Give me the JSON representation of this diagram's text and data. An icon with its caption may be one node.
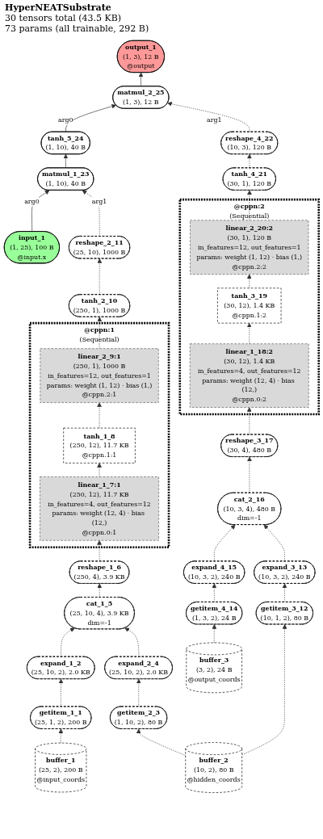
{
  "diagram": {
    "title": "HyperNEATSubstrate",
    "labels": [
      "30 tensors total (43.5 KB)",
      "73 params (all trainable, 292 B)"
    ],
    "nodes": [
      {
        "text": [
          "output_1",
          "(1, 3), 12 B",
          "@output"
        ]
      },
      {
        "text": [
          "matmul_2_25",
          "(1, 3), 12 B"
        ]
      },
      {
        "text": [
          "tanh_5_24",
          "(1, 10), 40 B"
        ]
      },
      {
        "text": [
          "reshape_4_22",
          "(10, 3), 120 B"
        ]
      },
      {
        "text": [
          "matmul_1_23",
          "(1, 10), 40 B"
        ]
      },
      {
        "text": [
          "tanh_4_21",
          "(30, 1), 120 B"
        ]
      },
      {
        "text": [
          "@cppn:2",
          "(Sequential)"
        ]
      },
      {
        "text": [
          "linear_2_20:2",
          "(30, 1), 120 B",
          "in_features=12, out_features=1",
          "params: weight (1, 12) · bias (1,)",
          "@cppn.2:2"
        ],
        "in": 6
      },
      {
        "text": [
          "tanh_3_19",
          "(30, 12), 1.4 KB",
          "@cppn.1:2"
        ],
        "in": 6
      },
      {
        "text": [
          "linear_1_18:2",
          "(30, 12), 1.4 KB",
          "in_features=4, out_features=12",
          "params: weight (12, 4) · bias (12,)",
          "@cppn.0:2"
        ],
        "in": 6
      },
      {
        "text": [
          "reshape_2_11",
          "(25, 10), 1000 B"
        ]
      },
      {
        "text": [
          "input_1",
          "(1, 25), 100 B",
          "@input.x"
        ]
      },
      {
        "text": [
          "tanh_2_10",
          "(250, 1), 1000 B"
        ]
      },
      {
        "text": [
          "@cppn:1",
          "(Sequential)"
        ]
      },
      {
        "text": [
          "linear_2_9:1",
          "(250, 1), 1000 B",
          "in_features=12, out_features=1",
          "params: weight (1, 12) · bias (1,)",
          "@cppn.2:1"
        ],
        "in": 13
      },
      {
        "text": [
          "tanh_1_8",
          "(250, 12), 11.7 KB",
          "@cppn.1:1"
        ],
        "in": 13
      },
      {
        "text": [
          "linear_1_7:1",
          "(250, 12), 11.7 KB",
          "in_features=4, out_features=12",
          "params: weight (12, 4) · bias (12,)",
          "@cppn.0:1"
        ],
        "in": 13
      },
      {
        "text": [
          "reshape_3_17",
          "(30, 4), 480 B"
        ]
      },
      {
        "text": [
          "cat_2_16",
          "(10, 3, 4), 480 B",
          "dim=-1"
        ]
      },
      {
        "text": [
          "reshape_1_6",
          "(250, 4), 3.9 KB"
        ]
      },
      {
        "text": [
          "expand_4_15",
          "(10, 3, 2), 240 B"
        ]
      },
      {
        "text": [
          "expand_3_13",
          "(10, 3, 2), 240 B"
        ]
      },
      {
        "text": [
          "getitem_4_14",
          "(1, 3, 2), 24 B"
        ]
      },
      {
        "text": [
          "cat_1_5",
          "(25, 10, 4), 3.9 KB",
          "dim=-1"
        ]
      },
      {
        "text": [
          "buffer_3",
          "(3, 2), 24 B",
          "@output_coords"
        ]
      },
      {
        "text": [
          "expand_1_2",
          "(25, 10, 2), 2.0 KB"
        ]
      },
      {
        "text": [
          "expand_2_4",
          "(25, 10, 2), 2.0 KB"
        ]
      },
      {
        "text": [
          "getitem_1_1",
          "(25, 1, 2), 200 B"
        ]
      },
      {
        "text": [
          "getitem_2_3",
          "(1, 10, 2), 80 B"
        ]
      },
      {
        "text": [
          "getitem_3_12",
          "(10, 1, 2), 80 B"
        ]
      },
      {
        "text": [
          "buffer_1",
          "(25, 2), 200 B",
          "@input_coords"
        ]
      },
      {
        "text": [
          "buffer_2",
          "(10, 2), 80 B",
          "@hidden_coords"
        ]
      }
    ],
    "edges": [
      {
        "from": 1,
        "to": 0,
        "arrow": "to"
      },
      {
        "from": 2,
        "to": 1,
        "arrow": "to",
        "label": "arg0"
      },
      {
        "from": 3,
        "to": 1,
        "arrow": "to",
        "label": "arg1",
        "style": "dashed"
      },
      {
        "from": 4,
        "to": 2,
        "arrow": "to"
      },
      {
        "from": 5,
        "to": 3,
        "arrow": "to",
        "style": "dashed"
      },
      {
        "from": 11,
        "to": 4,
        "arrow": "to",
        "label": "arg0"
      },
      {
        "from": 10,
        "to": 4,
        "arrow": "to",
        "label": "arg1",
        "style": "dashed"
      },
      {
        "from": 7,
        "to": 5,
        "arrow": "to",
        "style": "dashed"
      },
      {
        "from": 8,
        "to": 7,
        "arrow": "to",
        "style": "dashed"
      },
      {
        "from": 9,
        "to": 8,
        "arrow": "to",
        "style": "dashed"
      },
      {
        "from": 17,
        "to": 9,
        "arrow": "to",
        "style": "dashed"
      },
      {
        "from": 12,
        "to": 10,
        "arrow": "to",
        "style": "dashed"
      },
      {
        "from": 14,
        "to": 12,
        "arrow": "to",
        "style": "dashed"
      },
      {
        "from": 15,
        "to": 14,
        "arrow": "to",
        "style": "dashed"
      },
      {
        "from": 16,
        "to": 15,
        "arrow": "to",
        "style": "dashed"
      },
      {
        "from": 19,
        "to": 16,
        "arrow": "to",
        "style": "dashed"
      },
      {
        "from": 18,
        "to": 17,
        "arrow": "to",
        "style": "dashed"
      },
      {
        "from": 20,
        "to": 18,
        "arrow": "to",
        "style": "dashed"
      },
      {
        "from": 21,
        "to": 18,
        "arrow": "to",
        "style": "dashed"
      },
      {
        "from": 23,
        "to": 19,
        "arrow": "to",
        "style": "dashed"
      },
      {
        "from": 22,
        "to": 20,
        "arrow": "to",
        "style": "dashed"
      },
      {
        "from": 29,
        "to": 21,
        "arrow": "to",
        "style": "dashed"
      },
      {
        "from": 24,
        "to": 22,
        "arrow": "to",
        "style": "dashed"
      },
      {
        "from": 25,
        "to": 23,
        "arrow": "to",
        "style": "dashed"
      },
      {
        "from": 26,
        "to": 23,
        "arrow": "to",
        "style": "dashed"
      },
      {
        "from": 27,
        "to": 25,
        "arrow": "to",
        "style": "dashed"
      },
      {
        "from": 28,
        "to": 26,
        "arrow": "to",
        "style": "dashed"
      },
      {
        "from": 30,
        "to": 27,
        "arrow": "to",
        "style": "dashed"
      },
      {
        "from": 31,
        "to": 28,
        "arrow": "to",
        "style": "dashed"
      },
      {
        "from": 31,
        "to": 29,
        "arrow": "to",
        "style": "dashed"
      }
    ]
  }
}
